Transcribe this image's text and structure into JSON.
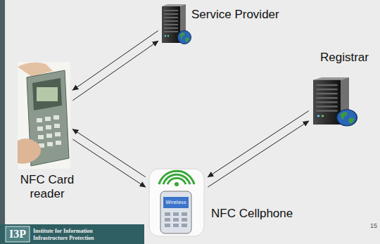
{
  "diagram": {
    "nodes": [
      {
        "text": [
          "Service Provider"
        ]
      },
      {
        "text": [
          "Registrar"
        ]
      },
      {
        "text": [
          "NFC Card reader"
        ]
      },
      {
        "text": [
          "NFC Cellphone"
        ]
      }
    ],
    "edges": [
      {
        "from": 2,
        "to": 0,
        "arrow": "to"
      },
      {
        "from": 0,
        "to": 2,
        "arrow": "to"
      },
      {
        "from": 3,
        "to": 1,
        "arrow": "to"
      },
      {
        "from": 1,
        "to": 3,
        "arrow": "to"
      },
      {
        "from": 3,
        "to": 2,
        "arrow": "to"
      },
      {
        "from": 2,
        "to": 3,
        "arrow": "to"
      }
    ],
    "labels": [
      "I3P",
      "Institute for Information Infrastructure Protection",
      "Wireless",
      "15"
    ]
  }
}
